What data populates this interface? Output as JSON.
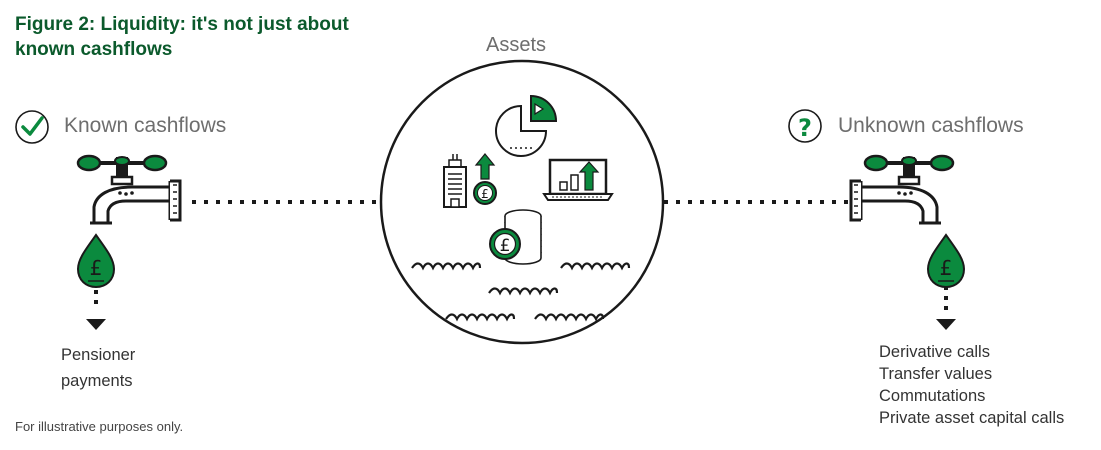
{
  "title": "Figure 2: Liquidity: it's not just about known cashflows",
  "assets_label": "Assets",
  "known": {
    "label": "Known cashflows",
    "outflows": [
      "Pensioner",
      "payments"
    ]
  },
  "unknown": {
    "label": "Unknown cashflows",
    "outflows": [
      "Derivative  calls",
      "Transfer values",
      "Commutations",
      "Private asset capital calls"
    ]
  },
  "footnote": "For illustrative purposes only.",
  "icons": [
    "check-icon",
    "question-icon",
    "tap-icon",
    "pound-drop-icon",
    "pie-chart-icon",
    "building-icon",
    "coin-stack-icon",
    "laptop-chart-icon",
    "wave-icon"
  ],
  "colors": {
    "accent": "#0b8a3e",
    "title": "#0b5a2c",
    "ink": "#1a1a1a"
  }
}
